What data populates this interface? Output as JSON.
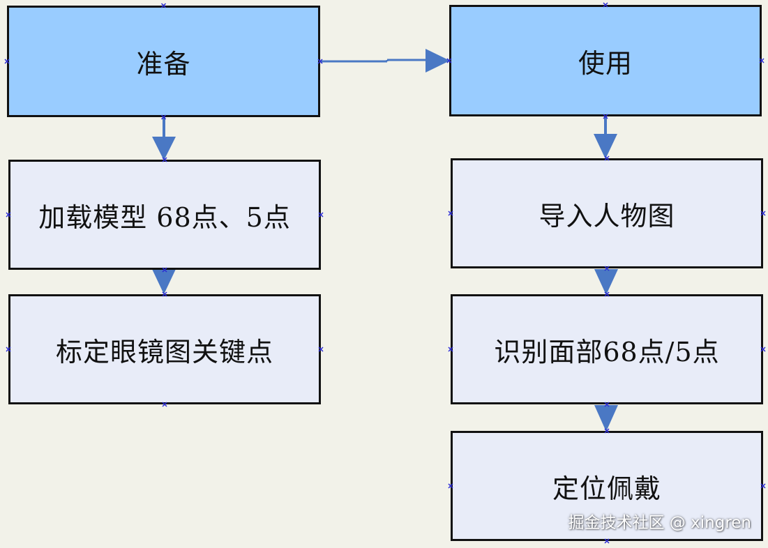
{
  "flowchart": {
    "prepare": {
      "title": "准备",
      "steps": [
        "加载模型 68点、5点",
        "标定眼镜图关键点"
      ]
    },
    "use": {
      "title": "使用",
      "steps": [
        "导入人物图",
        "识别面部68点/5点",
        "定位佩戴"
      ]
    }
  },
  "colors": {
    "header_fill": "#99ccff",
    "step_fill": "#e8ecf8",
    "arrow": "#4a78c4",
    "background": "#f2f2e9"
  },
  "watermark": "掘金技术社区 @ xingren"
}
